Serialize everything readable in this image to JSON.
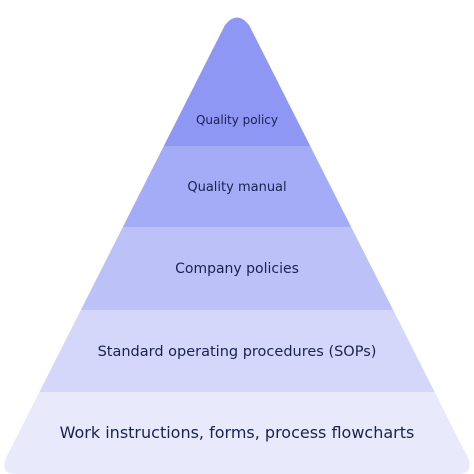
{
  "pyramid": {
    "levels": [
      {
        "label": "Quality policy",
        "color": "#8f97f5"
      },
      {
        "label": "Quality manual",
        "color": "#a5acf7"
      },
      {
        "label": "Company policies",
        "color": "#bcc1f8"
      },
      {
        "label": "Standard operating procedures (SOPs)",
        "color": "#d4d7fa"
      },
      {
        "label": "Work instructions, forms, process flowcharts",
        "color": "#e8eafc"
      }
    ]
  }
}
